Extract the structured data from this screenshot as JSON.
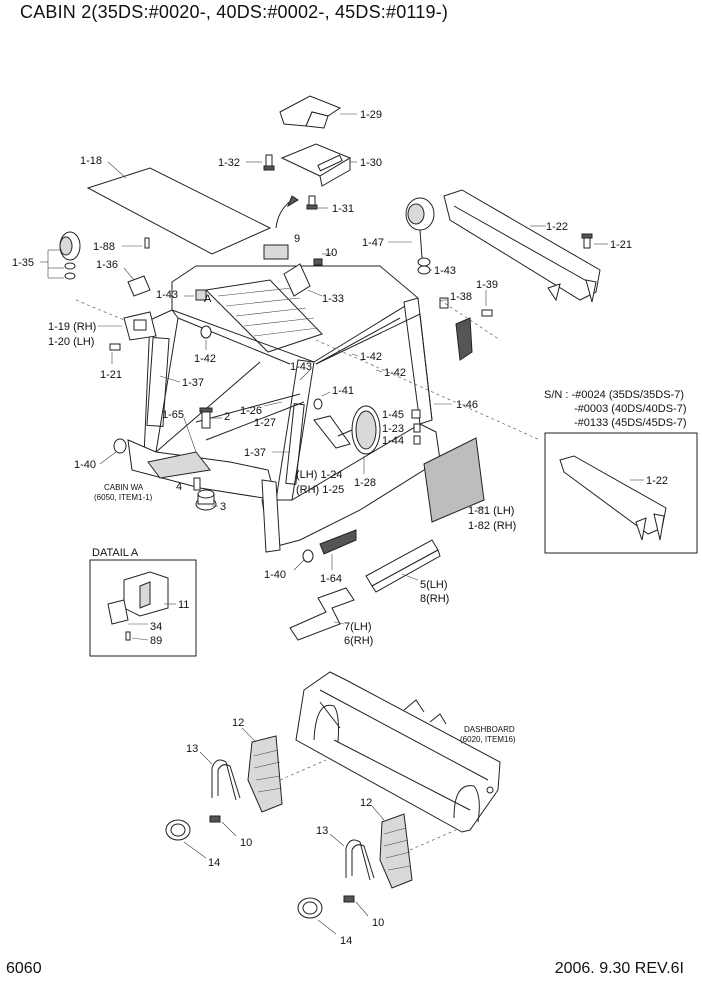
{
  "header": {
    "title": "CABIN 2(35DS:#0020-, 40DS:#0002-, 45DS:#0119-)"
  },
  "footer": {
    "page_number": "6060",
    "revision": "2006. 9.30 REV.6I"
  },
  "labels": {
    "p1_29": "1-29",
    "p1_32": "1-32",
    "p1_30": "1-30",
    "p1_31": "1-31",
    "p1_18": "1-18",
    "p1_88": "1-88",
    "p9": "9",
    "p10a": "10",
    "p1_47": "1-47",
    "p1_22": "1-22",
    "p1_21a": "1-21",
    "p1_35": "1-35",
    "p1_36": "1-36",
    "p1_43a": "1-43",
    "pA": "A",
    "p1_33": "1-33",
    "p1_43b": "1-43",
    "p1_38": "1-38",
    "p1_39": "1-39",
    "p1_19": "1-19 (RH)",
    "p1_20": "1-20 (LH)",
    "p1_42a": "1-42",
    "p1_21b": "1-21",
    "p1_37a": "1-37",
    "p1_43c": "1-43",
    "p1_42b": "1-42",
    "p1_42c": "1-42",
    "p1_41": "1-41",
    "p1_46": "1-46",
    "p1_65": "1-65",
    "p2": "2",
    "p1_26": "1-26",
    "p1_27": "1-27",
    "p1_45": "1-45",
    "p1_23": "1-23",
    "p1_44": "1-44",
    "p1_40a": "1-40",
    "p1_37b": "1-37",
    "p4": "4",
    "p3": "3",
    "p1_24": "(LH)  1-24",
    "p1_25": "(RH)  1-25",
    "p1_28": "1-28",
    "p1_81": "1-81 (LH)",
    "p1_82": "1-82 (RH)",
    "p1_40b": "1-40",
    "p1_64": "1-64",
    "p5": "5(LH)",
    "p8": "8(RH)",
    "p7": "7(LH)",
    "p6": "6(RH)",
    "p12a": "12",
    "p13a": "13",
    "p10b": "10",
    "p14a": "14",
    "p12b": "12",
    "p13b": "13",
    "p10c": "10",
    "p14b": "14",
    "p11": "11",
    "p34": "34",
    "p89": "89",
    "p1_22b": "1-22"
  },
  "notes": {
    "cabin_wa_1": "CABIN WA",
    "cabin_wa_2": "(6050, ITEM1-1)",
    "dashboard_1": "DASHBOARD",
    "dashboard_2": "(6020, ITEM16)",
    "detail_a": "DATAIL A"
  },
  "serial_box": {
    "line1": "S/N : -#0024 (35DS/35DS-7)",
    "line2": "-#0003 (40DS/40DS-7)",
    "line3": "-#0133 (45DS/45DS-7)"
  }
}
